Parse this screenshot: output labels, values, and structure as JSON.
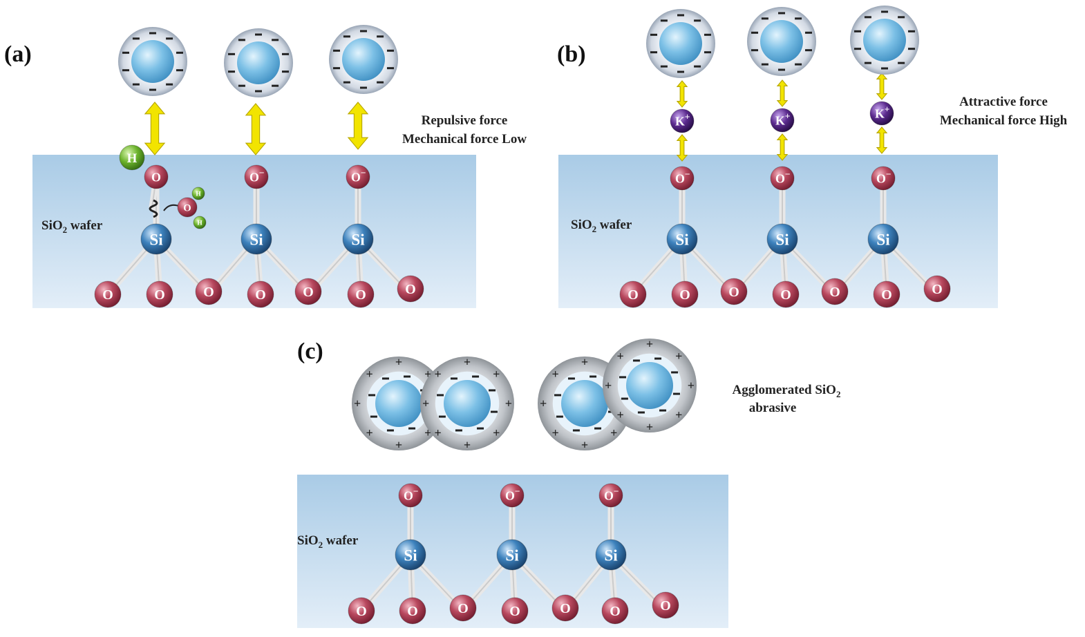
{
  "panels": [
    {
      "label": "(a)",
      "caption_lines": [
        "Repulsive force",
        "Mechanical force Low"
      ],
      "wafer_label": "SiO",
      "wafer_sub": "2",
      "wafer_suffix": " wafer"
    },
    {
      "label": "(b)",
      "caption_lines": [
        "Attractive force",
        "Mechanical force High"
      ],
      "wafer_label": "SiO",
      "wafer_sub": "2",
      "wafer_suffix": " wafer"
    },
    {
      "label": "(c)",
      "caption_lines": [
        "Agglomerated SiO",
        "abrasive"
      ],
      "caption_sub": "2",
      "wafer_label": "SiO",
      "wafer_sub": "2",
      "wafer_suffix": " wafer"
    }
  ],
  "atoms": {
    "oxygen": "O",
    "oxygen_ion": "O",
    "silicon": "Si",
    "hydrogen": "H",
    "potassium": "K",
    "minus": "−",
    "plus": "+"
  },
  "colors": {
    "wafer_top": "#a9cbe6",
    "wafer_bottom": "#e3eef8",
    "oxygen": "#a8374e",
    "silicon": "#2b6fa8",
    "hydrogen": "#6cb32c",
    "potassium": "#4b1a78",
    "arrow": "#f2e400",
    "abrasive": "#6fb6e0"
  }
}
